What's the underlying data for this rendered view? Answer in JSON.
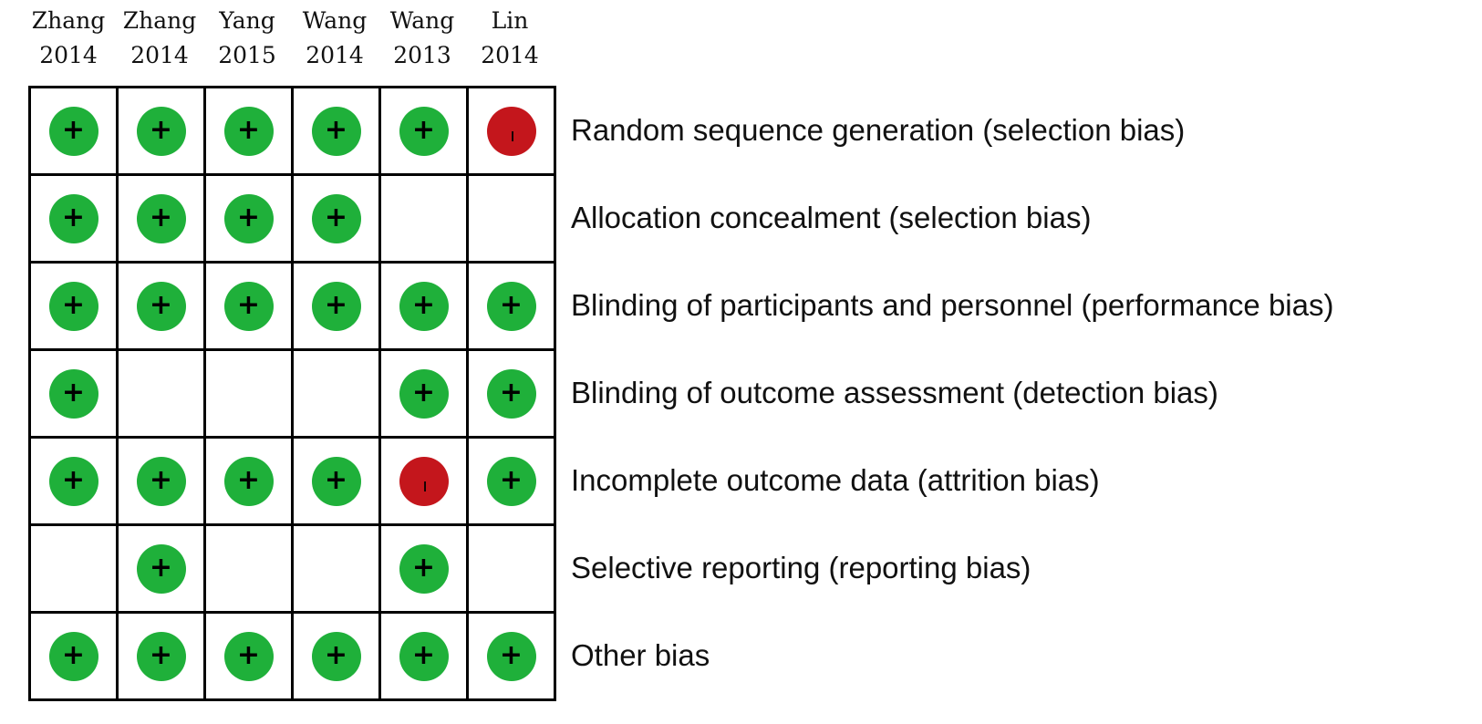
{
  "studies": [
    {
      "author": "Zhang",
      "year": "2014"
    },
    {
      "author": "Zhang",
      "year": "2014"
    },
    {
      "author": "Yang",
      "year": "2015"
    },
    {
      "author": "Wang",
      "year": "2014"
    },
    {
      "author": "Wang",
      "year": "2013"
    },
    {
      "author": "Lin",
      "year": "2014"
    }
  ],
  "domains": [
    "Random sequence generation (selection bias)",
    "Allocation concealment (selection bias)",
    "Blinding of participants and personnel (performance bias)",
    "Blinding of outcome assessment (detection bias)",
    "Incomplete outcome data (attrition bias)",
    "Selective reporting (reporting bias)",
    "Other bias"
  ],
  "judgements": [
    [
      "low",
      "low",
      "low",
      "low",
      "low",
      "high"
    ],
    [
      "low",
      "low",
      "low",
      "low",
      "",
      ""
    ],
    [
      "low",
      "low",
      "low",
      "low",
      "low",
      "low"
    ],
    [
      "low",
      "",
      "",
      "",
      "low",
      "low"
    ],
    [
      "low",
      "low",
      "low",
      "low",
      "high",
      "low"
    ],
    [
      "",
      "low",
      "",
      "",
      "low",
      ""
    ],
    [
      "low",
      "low",
      "low",
      "low",
      "low",
      "low"
    ]
  ],
  "symbols": {
    "low": "+",
    "high": "ı"
  },
  "colors": {
    "low": "#1fb03a",
    "high": "#c4161c"
  },
  "icons": {
    "low": "plus-circle-icon",
    "high": "minus-circle-icon"
  }
}
